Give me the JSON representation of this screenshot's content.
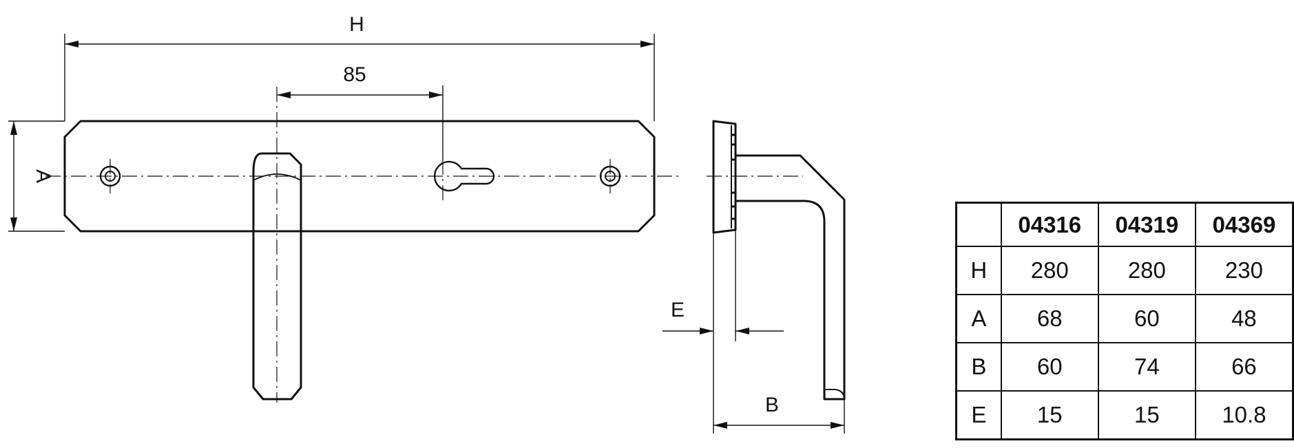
{
  "drawing": {
    "front_view": {
      "dim_width_label": "H",
      "dim_spacing_label": "85",
      "dim_height_label": "A"
    },
    "side_view": {
      "dim_e_label": "E",
      "dim_b_label": "B"
    }
  },
  "table": {
    "columns": [
      "",
      "04316",
      "04319",
      "04369"
    ],
    "rows": [
      {
        "label": "H",
        "values": [
          "280",
          "280",
          "230"
        ]
      },
      {
        "label": "A",
        "values": [
          "68",
          "60",
          "48"
        ]
      },
      {
        "label": "B",
        "values": [
          "60",
          "74",
          "66"
        ]
      },
      {
        "label": "E",
        "values": [
          "15",
          "15",
          "10.8"
        ]
      }
    ]
  }
}
